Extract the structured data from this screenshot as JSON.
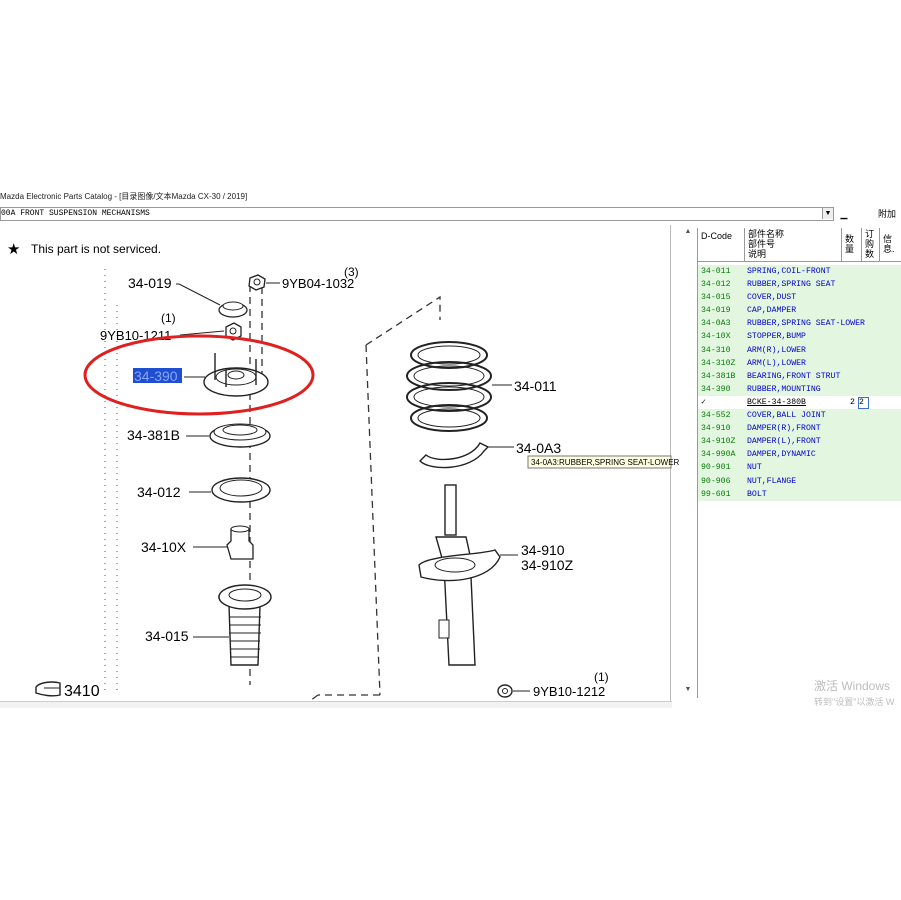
{
  "window": {
    "title": "Mazda Electronic Parts Catalog - [目录图像/文本Mazda CX-30 / 2019]",
    "path": "00A  FRONT SUSPENSION MECHANISMS",
    "dropdown_arrow": "▼",
    "min_button": "▁",
    "right_button": "附加"
  },
  "diagram": {
    "not_serviced_star": "★",
    "not_serviced": "This part is not serviced.",
    "labels": {
      "p34019": "34-019",
      "p9yb041032": "9YB04-1032",
      "q9yb041032": "(3)",
      "p9yb101211": "9YB10-1211",
      "q9yb101211": "(1)",
      "p34390": "34-390",
      "p34381b": "34-381B",
      "p34012": "34-012",
      "p3410x": "34-10X",
      "p34015": "34-015",
      "p34011": "34-011",
      "p340a3": "34-0A3",
      "p34910": "34-910",
      "p34910z": "34-910Z",
      "p9yb101212": "9YB10-1212",
      "q9yb101212": "(1)",
      "ref3410": "3410"
    },
    "tooltip": "34-0A3:RUBBER,SPRING SEAT-LOWER"
  },
  "parts_panel": {
    "headers": {
      "dcode": "D-Code",
      "name1": "部件名称",
      "name2": "部件号",
      "name3": "说明",
      "qty1": "数",
      "qty2": "量",
      "order1": "订",
      "order2": "购",
      "order3": "数",
      "info1": "信",
      "info2": "息."
    },
    "rows": [
      {
        "code": "34-011",
        "desc": "SPRING,COIL-FRONT"
      },
      {
        "code": "34-012",
        "desc": "RUBBER,SPRING SEAT"
      },
      {
        "code": "34-015",
        "desc": "COVER,DUST"
      },
      {
        "code": "34-019",
        "desc": "CAP,DAMPER"
      },
      {
        "code": "34-0A3",
        "desc": "RUBBER,SPRING SEAT-LOWER"
      },
      {
        "code": "34-10X",
        "desc": "STOPPER,BUMP"
      },
      {
        "code": "34-310",
        "desc": "ARM(R),LOWER"
      },
      {
        "code": "34-310Z",
        "desc": "ARM(L),LOWER"
      },
      {
        "code": "34-381B",
        "desc": "BEARING,FRONT STRUT"
      },
      {
        "code": "34-390",
        "desc": "RUBBER,MOUNTING"
      },
      {
        "code": "✓",
        "desc": "BCKE-34-380B",
        "qty": "2",
        "order": "2",
        "selected": true
      },
      {
        "code": "34-552",
        "desc": "COVER,BALL JOINT"
      },
      {
        "code": "34-910",
        "desc": "DAMPER(R),FRONT"
      },
      {
        "code": "34-910Z",
        "desc": "DAMPER(L),FRONT"
      },
      {
        "code": "34-990A",
        "desc": "DAMPER,DYNAMIC"
      },
      {
        "code": "90-901",
        "desc": "NUT"
      },
      {
        "code": "90-906",
        "desc": "NUT,FLANGE"
      },
      {
        "code": "99-601",
        "desc": "BOLT"
      }
    ]
  },
  "watermark": {
    "line1": "激活 Windows",
    "line2": "转到\"设置\"以激活 W"
  },
  "colors": {
    "highlight_circle": "#e02020",
    "selected_label_bg": "#1e4fd0",
    "code_green": "#0a7a0a",
    "desc_blue": "#0000cc",
    "row_bg": "#e3f7e0"
  }
}
